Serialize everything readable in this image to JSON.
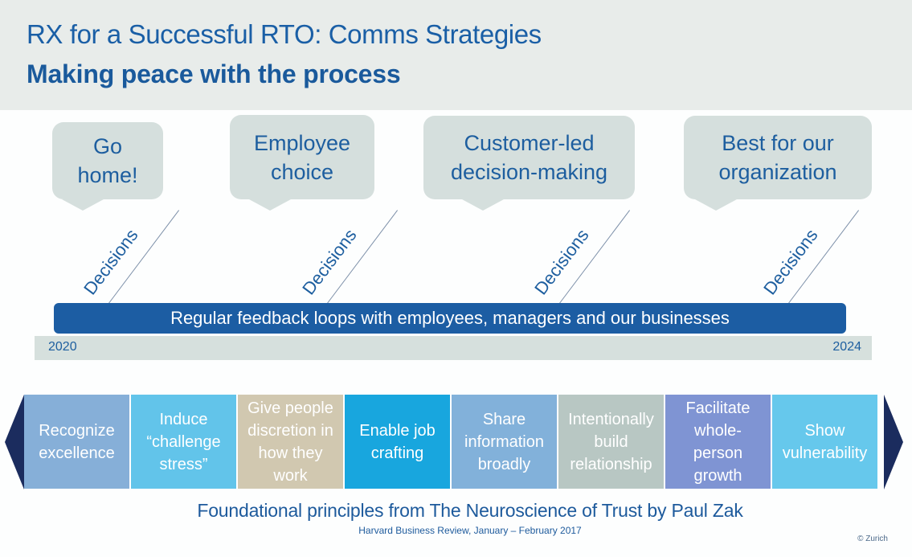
{
  "header": {
    "title": "RX for a Successful RTO: Comms Strategies",
    "subtitle": "Making peace with the process"
  },
  "phases": [
    {
      "label": "Go\nhome!"
    },
    {
      "label": "Employee\nchoice"
    },
    {
      "label": "Customer-led\ndecision-making"
    },
    {
      "label": "Best for our\norganization"
    }
  ],
  "decision_label": "Decisions",
  "feedback_bar": "Regular feedback loops with employees, managers and our businesses",
  "timeline": {
    "start": "2020",
    "end": "2024"
  },
  "principles": [
    {
      "label": "Recognize\nexcellence",
      "color": "#86afd8"
    },
    {
      "label": "Induce\n“challenge\nstress”",
      "color": "#62c4ea"
    },
    {
      "label": "Give people\ndiscretion in\nhow they\nwork",
      "color": "#d1c8b0"
    },
    {
      "label": "Enable job\ncrafting",
      "color": "#18a6de"
    },
    {
      "label": "Share\ninformation\nbroadly",
      "color": "#82b1da"
    },
    {
      "label": "Intentionally\nbuild\nrelationship",
      "color": "#b8c7c3"
    },
    {
      "label": "Facilitate\nwhole-\nperson\ngrowth",
      "color": "#7f94d3"
    },
    {
      "label": "Show\nvulnerability",
      "color": "#66c8ec"
    }
  ],
  "footer": {
    "main": "Foundational principles from The Neuroscience of Trust by Paul Zak",
    "sub": "Harvard Business Review, January – February 2017",
    "copyright": "© Zurich"
  }
}
